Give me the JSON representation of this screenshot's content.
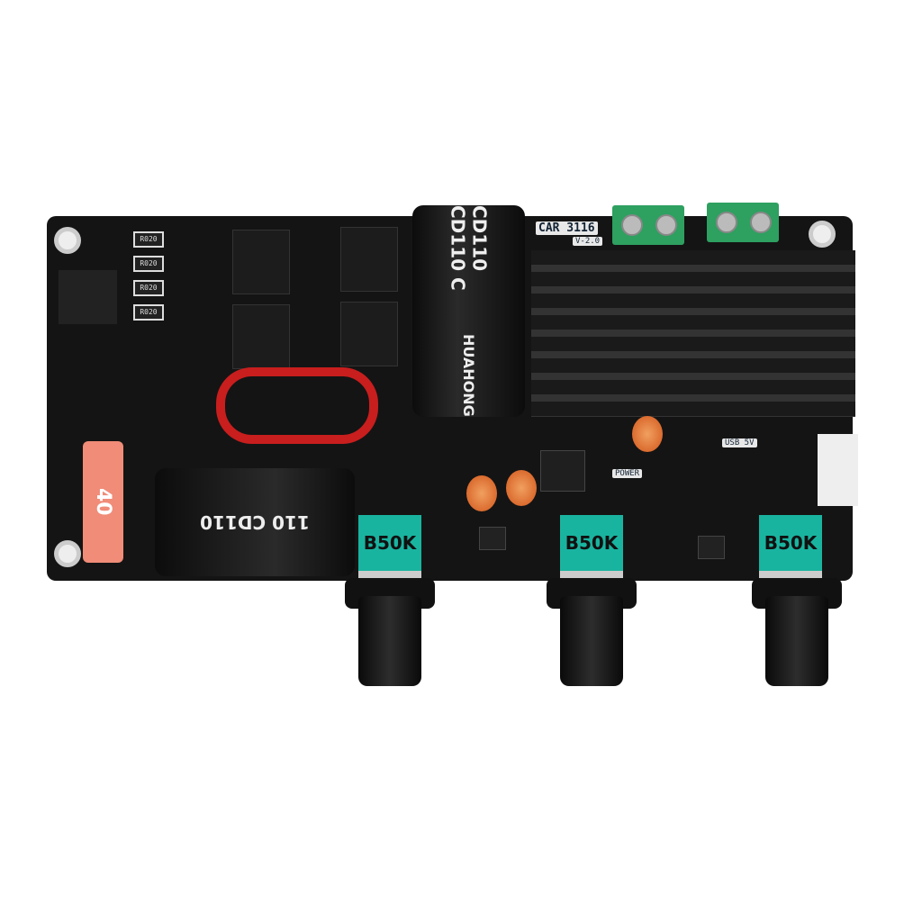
{
  "board": {
    "model": "CAR 3116",
    "version": "V-2.0",
    "power_label": "POWER",
    "usb_label": "USB 5V"
  },
  "resistors": [
    "R020",
    "R020",
    "R020",
    "R020"
  ],
  "fuse": {
    "rating": "40"
  },
  "capacitors": {
    "brand": "HUAHONG",
    "model": "CD110",
    "large_vertical": "CD110 CD110 C",
    "large_horizontal": "110 CD110"
  },
  "potentiometers": [
    "B50K",
    "B50K",
    "B50K"
  ],
  "colors": {
    "pcb": "#141414",
    "pot": "#19b4a0",
    "terminal": "#2ea060",
    "coil": "#c81e1e",
    "fuse": "#f08c78"
  }
}
